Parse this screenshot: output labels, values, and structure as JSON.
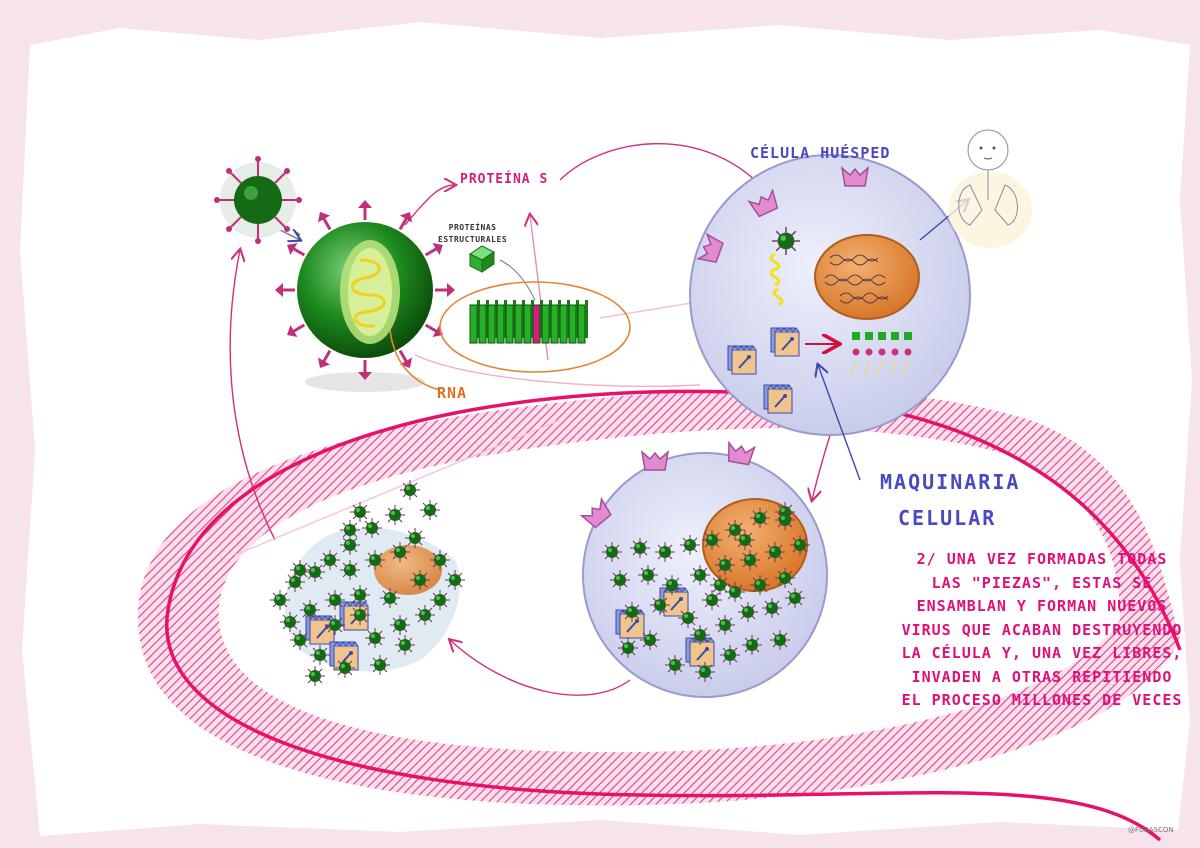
{
  "labels": {
    "proteina_s": "PROTEÍNA S",
    "estructurales_1": "PROTEÍNAS",
    "estructurales_2": "ESTRUCTURALES",
    "rna": "RNA",
    "celula_huesped": "CÉLULA HUÉSPED",
    "maquinaria_1": "MAQUINARIA",
    "maquinaria_2": "CELULAR",
    "explanation": "2/ UNA VEZ FORMADAS TODAS LAS \"PIEZAS\", ESTAS SE ENSAMBLAN Y FORMAN NUEVOS VIRUS QUE ACABAN DESTRUYENDO LA CÉLULA Y, UNA VEZ LIBRES, INVADEN A OTRAS REPITIENDO EL PROCESO MILLONES DE VECES",
    "signature": "@FURASCON"
  },
  "colors": {
    "virus_green": "#1e8a1e",
    "spike_magenta": "#c0307a",
    "cell_fill": "#d8dcf2",
    "nucleus_orange": "#e8903a",
    "accent_pink": "#e0107a",
    "label_blue": "#4a4ac0"
  }
}
